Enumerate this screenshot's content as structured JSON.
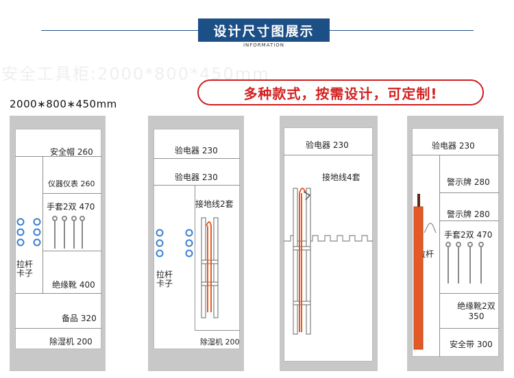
{
  "header": {
    "title": "设计尺寸图展示",
    "subtitle": "INFORMATION"
  },
  "watermark": "安全工具柜:2000*800*450mm",
  "slogan": "多种款式，按需设计，可定制!",
  "dimensions": "2000∗800∗450mm",
  "cabinets": [
    {
      "labels": {
        "helmet": "安全帽 260",
        "instrument": "仪器仪表 260",
        "gloves": "手套2双 470",
        "rod_clamp": "拉杆\n卡子",
        "boots": "绝缘靴 400",
        "spares": "备品 320",
        "dehumidifier": "除湿机 200"
      }
    },
    {
      "labels": {
        "detector_1": "验电器  230",
        "detector_2": "验电器  230",
        "ground_wire": "接地线2套",
        "rod_clamp": "拉杆\n卡子",
        "dehumidifier": "除湿机 200"
      }
    },
    {
      "labels": {
        "detector": "验电器  230",
        "ground_wire": "接地线4套"
      }
    },
    {
      "labels": {
        "detector": "验电器  230",
        "sign_1": "警示牌 280",
        "sign_2": "警示牌 280",
        "gloves": "手套2双 470",
        "rod": "拉杆",
        "boots": "绝缘靴2双\n350",
        "belt": "安全带 300"
      }
    }
  ],
  "colors": {
    "header_bg": "#1c4f86",
    "slogan_red": "#d31f1f",
    "rod_orange": "#e55a24",
    "clamp_blue": "#3a7fd0",
    "cabinet_gray": "#c8c8c8"
  }
}
